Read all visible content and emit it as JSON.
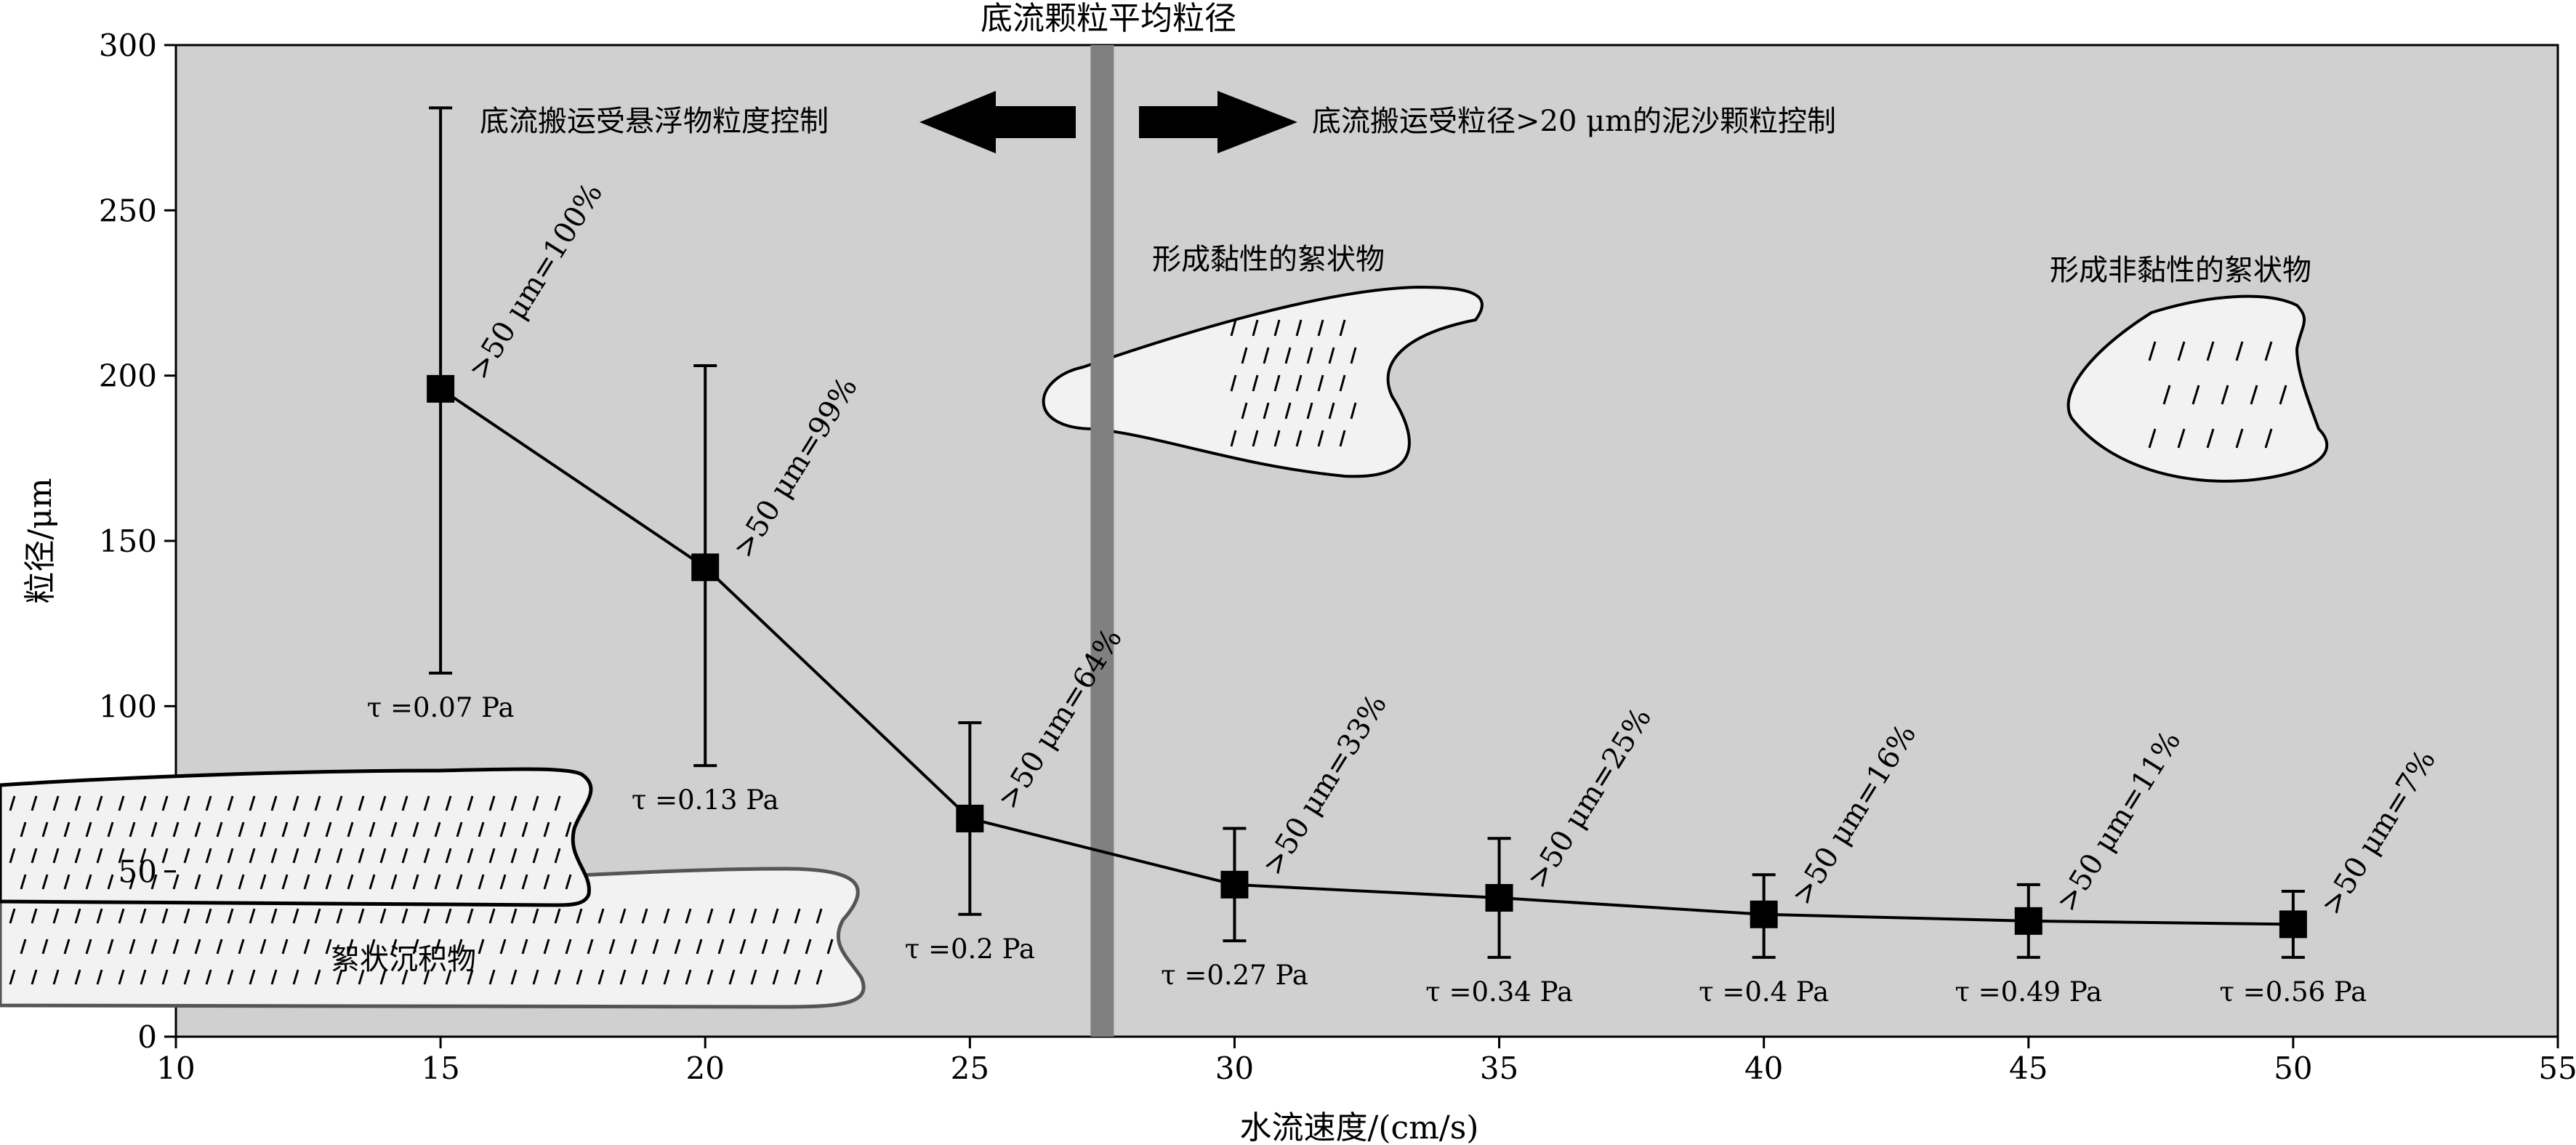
{
  "chart_data": {
    "type": "line",
    "xlabel": "水流速度/(cm/s)",
    "ylabel": "粒径/μm",
    "xlim": [
      10,
      55
    ],
    "ylim": [
      0,
      300
    ],
    "xticks": [
      10,
      15,
      20,
      25,
      30,
      35,
      40,
      45,
      50,
      55
    ],
    "yticks": [
      0,
      50,
      100,
      150,
      200,
      250,
      300
    ],
    "grid": false,
    "points": [
      {
        "x": 15,
        "y": 196,
        "err_low": 110,
        "err_high": 281,
        "tau": "τ =0.07 Pa",
        "pct": ">50 μm=100%"
      },
      {
        "x": 20,
        "y": 142,
        "err_low": 82,
        "err_high": 203,
        "tau": "τ =0.13 Pa",
        "pct": ">50 μm=99%"
      },
      {
        "x": 25,
        "y": 66,
        "err_low": 37,
        "err_high": 95,
        "tau": "τ =0.2 Pa",
        "pct": ">50 μm=64%"
      },
      {
        "x": 30,
        "y": 46,
        "err_low": 29,
        "err_high": 63,
        "tau": "τ =0.27 Pa",
        "pct": ">50 μm=33%"
      },
      {
        "x": 35,
        "y": 42,
        "err_low": 24,
        "err_high": 60,
        "tau": "τ =0.34 Pa",
        "pct": ">50 μm=25%"
      },
      {
        "x": 40,
        "y": 37,
        "err_low": 24,
        "err_high": 49,
        "tau": "τ =0.4 Pa",
        "pct": ">50 μm=16%"
      },
      {
        "x": 45,
        "y": 35,
        "err_low": 24,
        "err_high": 46,
        "tau": "τ =0.49 Pa",
        "pct": ">50 μm=11%"
      },
      {
        "x": 50,
        "y": 34,
        "err_low": 24,
        "err_high": 44,
        "tau": "τ =0.56 Pa",
        "pct": ">50 μm=7%"
      }
    ],
    "threshold_x": 27.5,
    "annotations": {
      "threshold_title": "底流颗粒平均粒径",
      "left_arrow": "底流搬运受悬浮物粒度控制",
      "right_arrow": "底流搬运受粒径>20 μm的泥沙颗粒控制",
      "cohesive_floc": "形成黏性的絮状物",
      "noncohesive_floc": "形成非黏性的絮状物",
      "floc_deposit": "絮状沉积物"
    },
    "colors": {
      "plot_bg": "#d0d0d0",
      "threshold_bar": "#808080",
      "floc_fill": "#f2f2f2",
      "line": "#000000"
    }
  }
}
